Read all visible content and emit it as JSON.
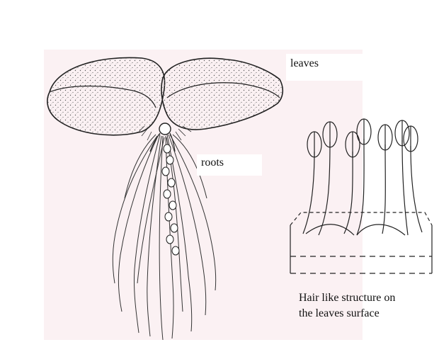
{
  "labels": {
    "leaves": "leaves",
    "roots": "roots",
    "caption_line1": "Hair like structure on",
    "caption_line2": "the leaves surface"
  },
  "colors": {
    "background": "#ffffff",
    "panel": "#fbf1f3",
    "ink": "#222222"
  }
}
